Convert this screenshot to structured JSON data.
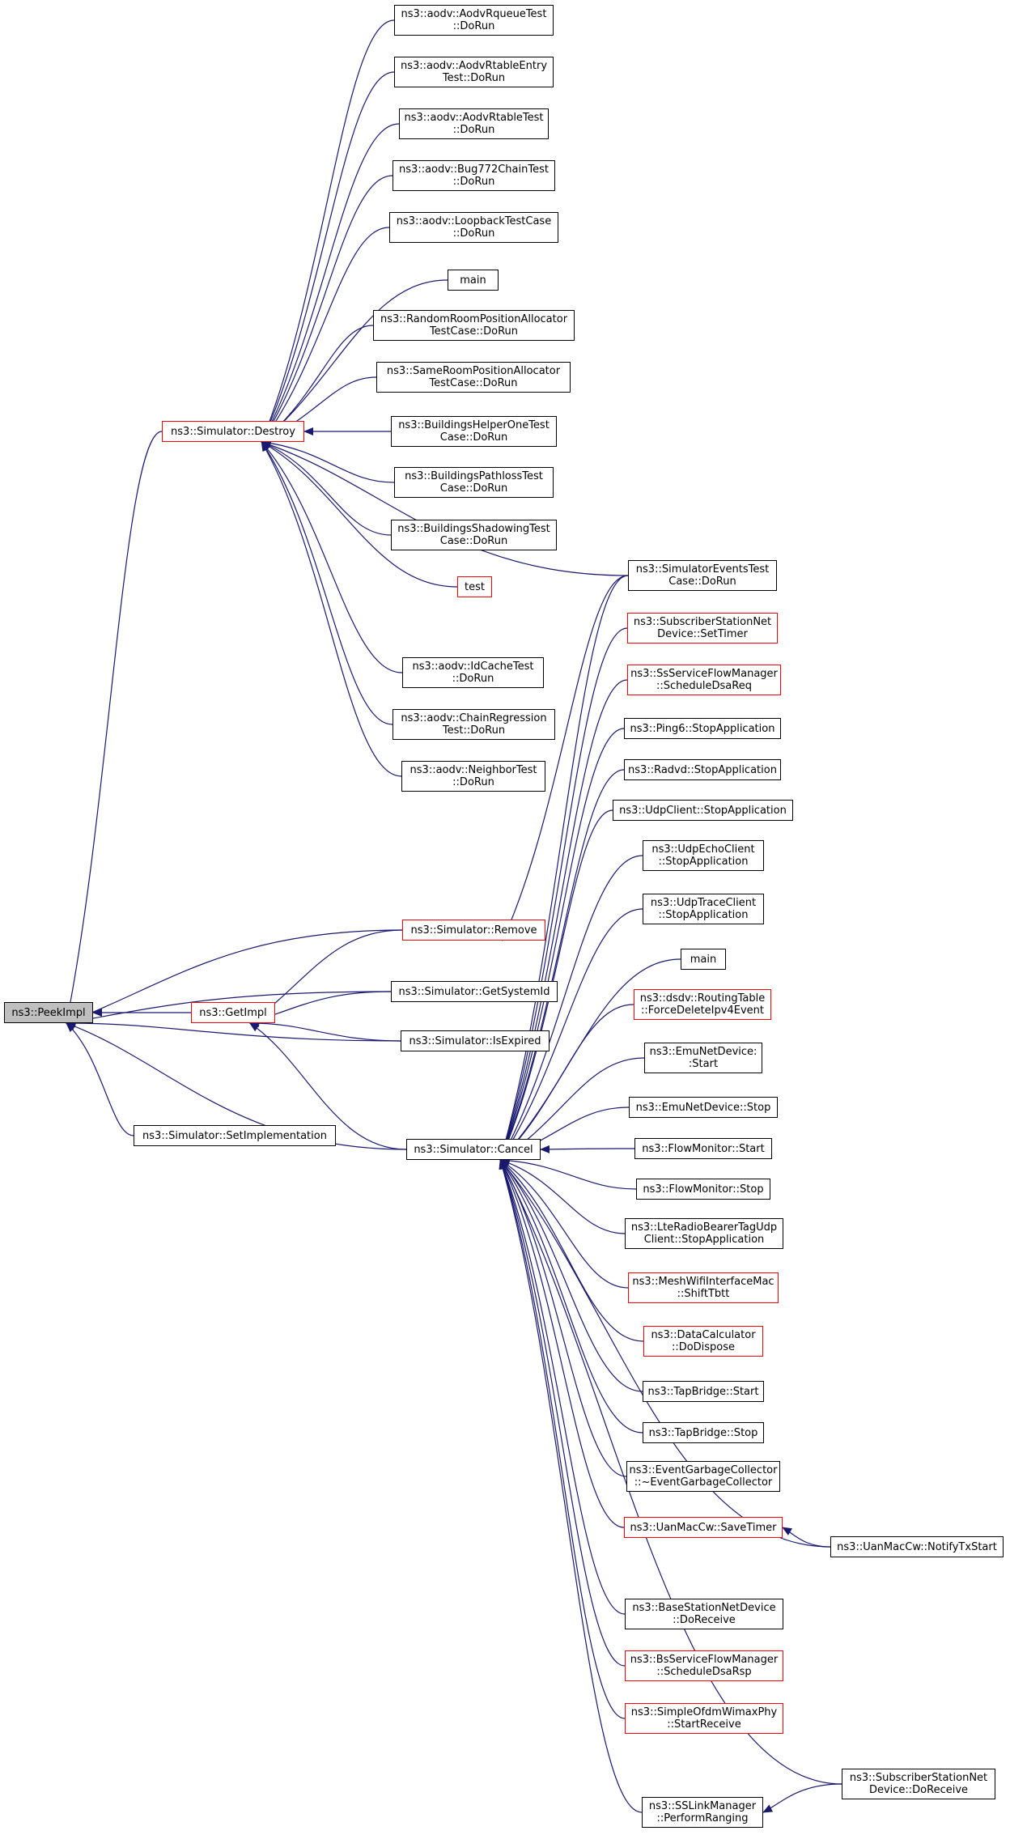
{
  "colors": {
    "edge": "#191970",
    "red_border": "#ff0000",
    "black_border": "#000000",
    "current_fill": "#bfbfbf"
  },
  "nodes": {
    "peekimpl": {
      "label": "ns3::PeekImpl",
      "border": "black",
      "current": true
    },
    "getimpl": {
      "label": "ns3::GetImpl",
      "border": "red"
    },
    "destroy": {
      "label": "ns3::Simulator::Destroy",
      "border": "red"
    },
    "remove": {
      "label": "ns3::Simulator::Remove",
      "border": "red"
    },
    "getsystemid": {
      "label": "ns3::Simulator::GetSystemId",
      "border": "black"
    },
    "isexpired": {
      "label": "ns3::Simulator::IsExpired",
      "border": "black"
    },
    "setimpl": {
      "label": "ns3::Simulator::SetImplementation",
      "border": "black"
    },
    "cancel": {
      "label": "ns3::Simulator::Cancel",
      "border": "black"
    },
    "d_rqueue": {
      "label": "ns3::aodv::AodvRqueueTest\n::DoRun",
      "border": "black"
    },
    "d_rtentry": {
      "label": "ns3::aodv::AodvRtableEntry\nTest::DoRun",
      "border": "black"
    },
    "d_rtable": {
      "label": "ns3::aodv::AodvRtableTest\n::DoRun",
      "border": "black"
    },
    "d_bug772": {
      "label": "ns3::aodv::Bug772ChainTest\n::DoRun",
      "border": "black"
    },
    "d_loopback": {
      "label": "ns3::aodv::LoopbackTestCase\n::DoRun",
      "border": "black"
    },
    "d_main": {
      "label": "main",
      "border": "black"
    },
    "d_randomroom": {
      "label": "ns3::RandomRoomPositionAllocator\nTestCase::DoRun",
      "border": "black"
    },
    "d_sameroom": {
      "label": "ns3::SameRoomPositionAllocator\nTestCase::DoRun",
      "border": "black"
    },
    "d_helperone": {
      "label": "ns3::BuildingsHelperOneTest\nCase::DoRun",
      "border": "black"
    },
    "d_pathloss": {
      "label": "ns3::BuildingsPathlossTest\nCase::DoRun",
      "border": "black"
    },
    "d_shadowing": {
      "label": "ns3::BuildingsShadowingTest\nCase::DoRun",
      "border": "black"
    },
    "d_test": {
      "label": "test",
      "border": "red"
    },
    "d_idcache": {
      "label": "ns3::aodv::IdCacheTest\n::DoRun",
      "border": "black"
    },
    "d_chainreg": {
      "label": "ns3::aodv::ChainRegression\nTest::DoRun",
      "border": "black"
    },
    "d_neighbor": {
      "label": "ns3::aodv::NeighborTest\n::DoRun",
      "border": "black"
    },
    "simevents": {
      "label": "ns3::SimulatorEventsTest\nCase::DoRun",
      "border": "black"
    },
    "c_settimer": {
      "label": "ns3::SubscriberStationNet\nDevice::SetTimer",
      "border": "red"
    },
    "c_dsareq": {
      "label": "ns3::SsServiceFlowManager\n::ScheduleDsaReq",
      "border": "red"
    },
    "c_ping6": {
      "label": "ns3::Ping6::StopApplication",
      "border": "black"
    },
    "c_radvd": {
      "label": "ns3::Radvd::StopApplication",
      "border": "black"
    },
    "c_udpclient": {
      "label": "ns3::UdpClient::StopApplication",
      "border": "black"
    },
    "c_udpecho": {
      "label": "ns3::UdpEchoClient\n::StopApplication",
      "border": "black"
    },
    "c_udptrace": {
      "label": "ns3::UdpTraceClient\n::StopApplication",
      "border": "black"
    },
    "c_main": {
      "label": "main",
      "border": "black"
    },
    "c_dsdv": {
      "label": "ns3::dsdv::RoutingTable\n::ForceDeleteIpv4Event",
      "border": "red"
    },
    "c_emustart": {
      "label": "ns3::EmuNetDevice:\n:Start",
      "border": "black"
    },
    "c_emustop": {
      "label": "ns3::EmuNetDevice::Stop",
      "border": "black"
    },
    "c_flowstart": {
      "label": "ns3::FlowMonitor::Start",
      "border": "black"
    },
    "c_flowstop": {
      "label": "ns3::FlowMonitor::Stop",
      "border": "black"
    },
    "c_lte": {
      "label": "ns3::LteRadioBearerTagUdp\nClient::StopApplication",
      "border": "black"
    },
    "c_mesh": {
      "label": "ns3::MeshWifiInterfaceMac\n::ShiftTbtt",
      "border": "red"
    },
    "c_datacalc": {
      "label": "ns3::DataCalculator\n::DoDispose",
      "border": "red"
    },
    "c_tapstart": {
      "label": "ns3::TapBridge::Start",
      "border": "black"
    },
    "c_tapstop": {
      "label": "ns3::TapBridge::Stop",
      "border": "black"
    },
    "c_egc": {
      "label": "ns3::EventGarbageCollector\n::~EventGarbageCollector",
      "border": "black"
    },
    "c_uansave": {
      "label": "ns3::UanMacCw::SaveTimer",
      "border": "red"
    },
    "uannotify": {
      "label": "ns3::UanMacCw::NotifyTxStart",
      "border": "black"
    },
    "c_bsrecv": {
      "label": "ns3::BaseStationNetDevice\n::DoReceive",
      "border": "black"
    },
    "c_dsarsp": {
      "label": "ns3::BsServiceFlowManager\n::ScheduleDsaRsp",
      "border": "red"
    },
    "c_ofdm": {
      "label": "ns3::SimpleOfdmWimaxPhy\n::StartReceive",
      "border": "red"
    },
    "c_sslink": {
      "label": "ns3::SSLinkManager\n::PerformRanging",
      "border": "black"
    },
    "ssdoreceive": {
      "label": "ns3::SubscriberStationNet\nDevice::DoReceive",
      "border": "black"
    }
  },
  "edges": [
    [
      "getimpl",
      "peekimpl"
    ],
    [
      "destroy",
      "peekimpl"
    ],
    [
      "remove",
      "peekimpl"
    ],
    [
      "getsystemid",
      "peekimpl"
    ],
    [
      "isexpired",
      "peekimpl"
    ],
    [
      "setimpl",
      "peekimpl"
    ],
    [
      "cancel",
      "peekimpl"
    ],
    [
      "remove",
      "getimpl"
    ],
    [
      "getsystemid",
      "getimpl"
    ],
    [
      "isexpired",
      "getimpl"
    ],
    [
      "cancel",
      "getimpl"
    ],
    [
      "d_rqueue",
      "destroy"
    ],
    [
      "d_rtentry",
      "destroy"
    ],
    [
      "d_rtable",
      "destroy"
    ],
    [
      "d_bug772",
      "destroy"
    ],
    [
      "d_loopback",
      "destroy"
    ],
    [
      "d_main",
      "destroy"
    ],
    [
      "d_randomroom",
      "destroy"
    ],
    [
      "d_sameroom",
      "destroy"
    ],
    [
      "d_helperone",
      "destroy"
    ],
    [
      "d_pathloss",
      "destroy"
    ],
    [
      "d_shadowing",
      "destroy"
    ],
    [
      "d_test",
      "destroy"
    ],
    [
      "simevents",
      "destroy"
    ],
    [
      "d_idcache",
      "destroy"
    ],
    [
      "d_chainreg",
      "destroy"
    ],
    [
      "d_neighbor",
      "destroy"
    ],
    [
      "simevents",
      "remove"
    ],
    [
      "simevents",
      "cancel"
    ],
    [
      "c_settimer",
      "cancel"
    ],
    [
      "c_dsareq",
      "cancel"
    ],
    [
      "c_ping6",
      "cancel"
    ],
    [
      "c_radvd",
      "cancel"
    ],
    [
      "c_udpclient",
      "cancel"
    ],
    [
      "c_udpecho",
      "cancel"
    ],
    [
      "c_udptrace",
      "cancel"
    ],
    [
      "c_main",
      "cancel"
    ],
    [
      "c_dsdv",
      "cancel"
    ],
    [
      "c_emustart",
      "cancel"
    ],
    [
      "c_emustop",
      "cancel"
    ],
    [
      "c_flowstart",
      "cancel"
    ],
    [
      "c_flowstop",
      "cancel"
    ],
    [
      "c_lte",
      "cancel"
    ],
    [
      "c_mesh",
      "cancel"
    ],
    [
      "c_datacalc",
      "cancel"
    ],
    [
      "c_tapstart",
      "cancel"
    ],
    [
      "c_tapstop",
      "cancel"
    ],
    [
      "c_egc",
      "cancel"
    ],
    [
      "c_uansave",
      "cancel"
    ],
    [
      "uannotify",
      "cancel"
    ],
    [
      "c_bsrecv",
      "cancel"
    ],
    [
      "c_dsarsp",
      "cancel"
    ],
    [
      "c_ofdm",
      "cancel"
    ],
    [
      "c_sslink",
      "cancel"
    ],
    [
      "ssdoreceive",
      "cancel"
    ],
    [
      "uannotify",
      "c_uansave"
    ],
    [
      "ssdoreceive",
      "c_sslink"
    ]
  ]
}
